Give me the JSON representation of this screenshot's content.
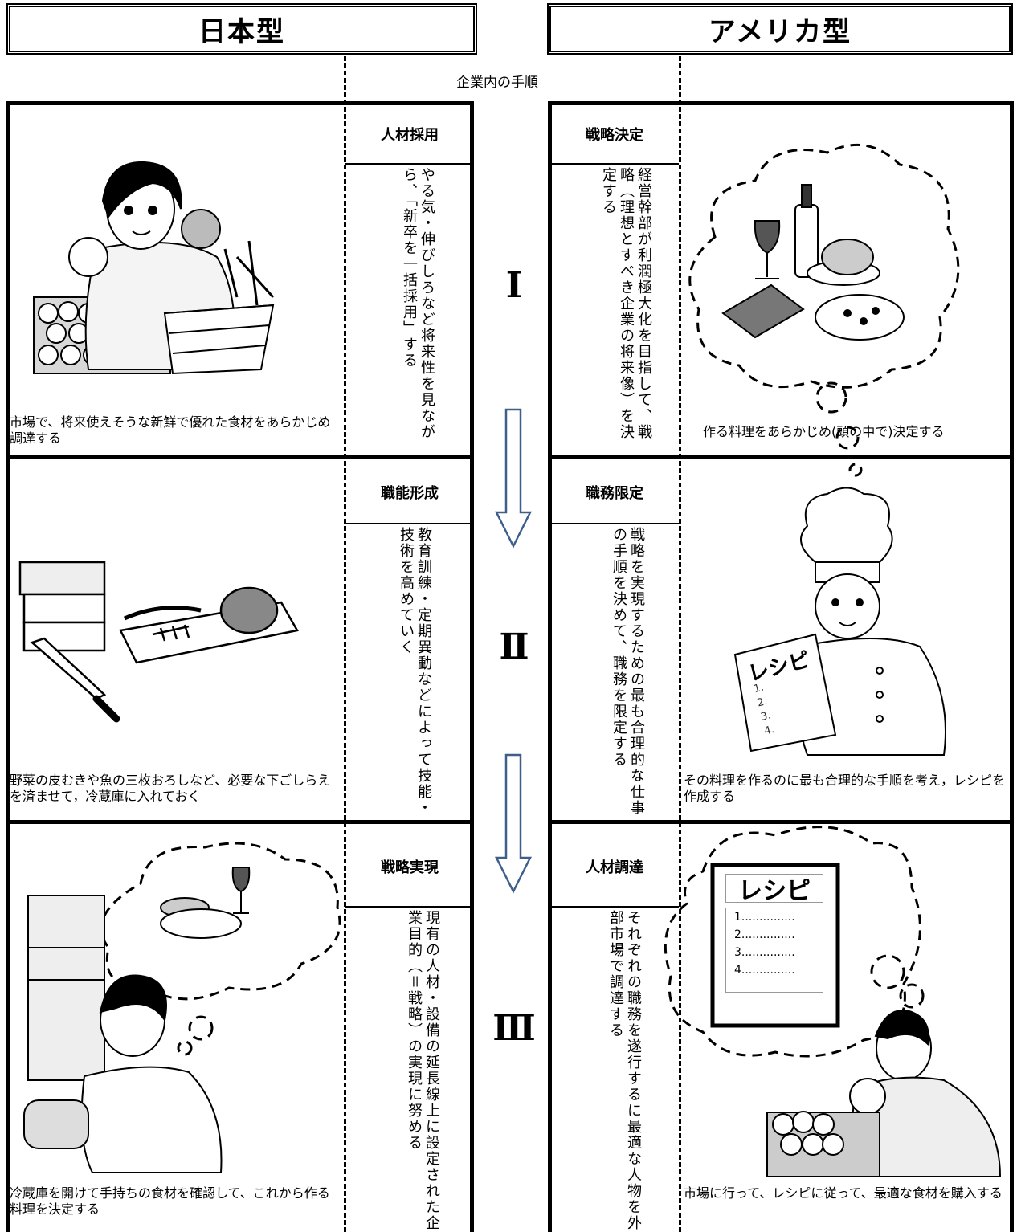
{
  "headers": {
    "japan": "日本型",
    "america": "アメリカ型"
  },
  "process_label": "企業内の手順",
  "stages": [
    {
      "roman": "Ⅰ",
      "japan": {
        "label": "人材採用",
        "text": "やる気・伸びしろなど将来性を見ながら、「新卒を一括採用」する",
        "caption": "市場で、将来使えそうな新鮮で優れた食材をあらかじめ調達する"
      },
      "america": {
        "label": "戦略決定",
        "text": "経営幹部が利潤極大化を目指して、戦略（理想とすべき企業の将来像）を決定する",
        "caption": "作る料理をあらかじめ(頭の中で)決定する"
      }
    },
    {
      "roman": "Ⅱ",
      "japan": {
        "label": "職能形成",
        "text": "教育訓練・定期異動などによって技能・技術を高めていく",
        "caption": "野菜の皮むきや魚の三枚おろしなど、必要な下ごしらえを済ませて，冷蔵庫に入れておく"
      },
      "america": {
        "label": "職務限定",
        "text": "戦略を実現するための最も合理的な仕事の手順を決めて、職務を限定する",
        "caption": "その料理を作るのに最も合理的な手順を考え，レシピを作成する"
      }
    },
    {
      "roman": "Ⅲ",
      "japan": {
        "label": "戦略実現",
        "text": "現有の人材・設備の延長線上に設定された企業目的（＝戦略）の実現に努める",
        "caption": "冷蔵庫を開けて手持ちの食材を確認して、これから作る料理を決定する"
      },
      "america": {
        "label": "人材調達",
        "text": "それぞれの職務を遂行するに最適な人物を外部市場で調達する",
        "caption": "市場に行って、レシピに従って、最適な食材を購入する"
      }
    }
  ],
  "recipe": {
    "title": "レシピ",
    "small_lines": [
      "1.",
      "2.",
      "3.",
      "4."
    ],
    "board_lines": [
      "1...............",
      "2...............",
      "3...............",
      "4..............."
    ]
  }
}
